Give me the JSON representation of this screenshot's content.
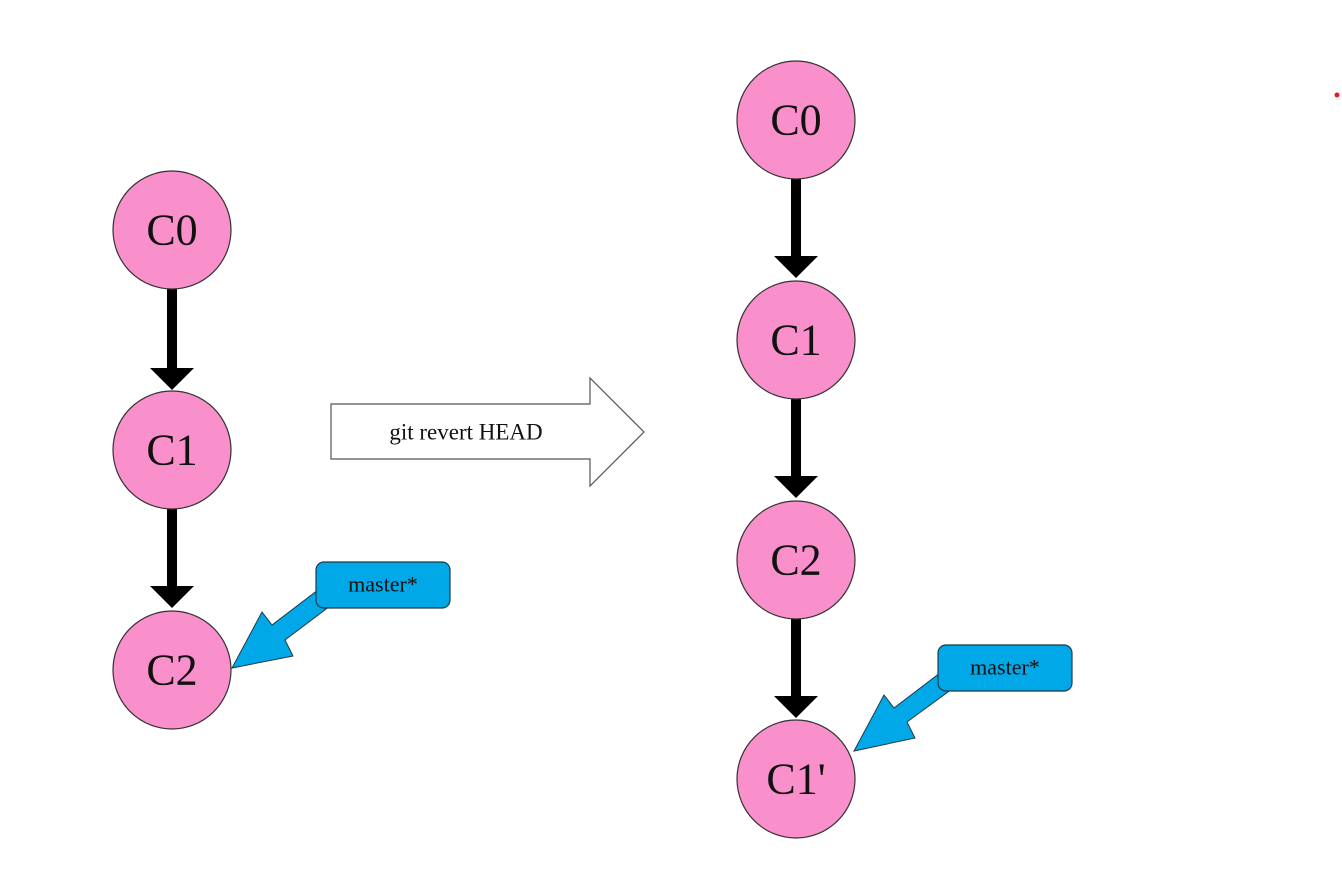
{
  "diagram": {
    "before": {
      "commits": [
        "C0",
        "C1",
        "C2"
      ],
      "branch_label": "master*",
      "branch_points_to": "C2"
    },
    "command": {
      "label": "git revert HEAD"
    },
    "after": {
      "commits": [
        "C0",
        "C1",
        "C2",
        "C1'"
      ],
      "branch_label": "master*",
      "branch_points_to": "C1'"
    },
    "colors": {
      "commit_fill": "#f98fcb",
      "branch_tag_fill": "#00a8e8",
      "edge": "#000000",
      "marker_dot": "#e02020"
    }
  }
}
